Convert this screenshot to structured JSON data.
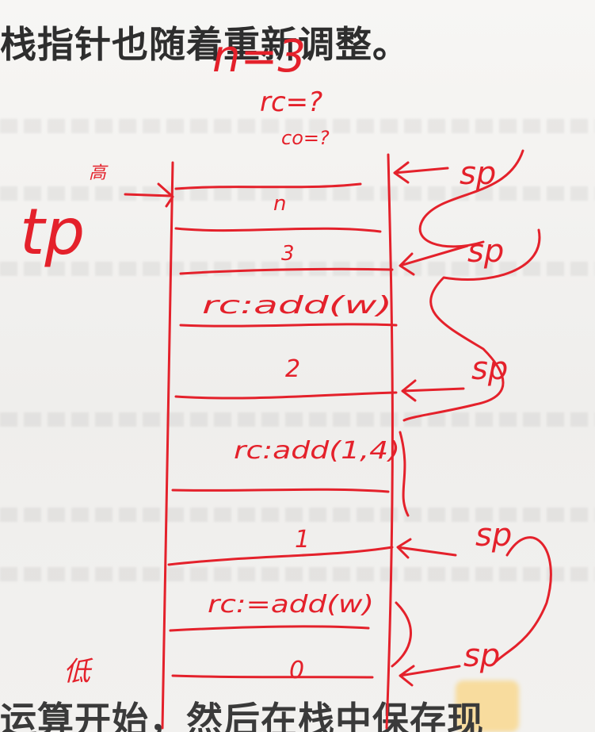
{
  "document": {
    "top_line": "栈指针也随着重新调整。",
    "bottom_line": "运算开始，然后在栈中保存现"
  },
  "annotations": {
    "top_note": "n=3",
    "rc_note": "rc=?",
    "co_note": "co=?",
    "stack_cells": [
      "n",
      "3",
      "rc:add(w)",
      "2",
      "rc:add(1,4)",
      "1",
      "rc:=add(w)",
      "0"
    ],
    "high_mark": "高",
    "tp_label": "tp",
    "bottom_mark": "低",
    "sp_labels": [
      "sp",
      "sp",
      "sp",
      "sp",
      "sp"
    ],
    "ink_color": "#e4212b"
  }
}
